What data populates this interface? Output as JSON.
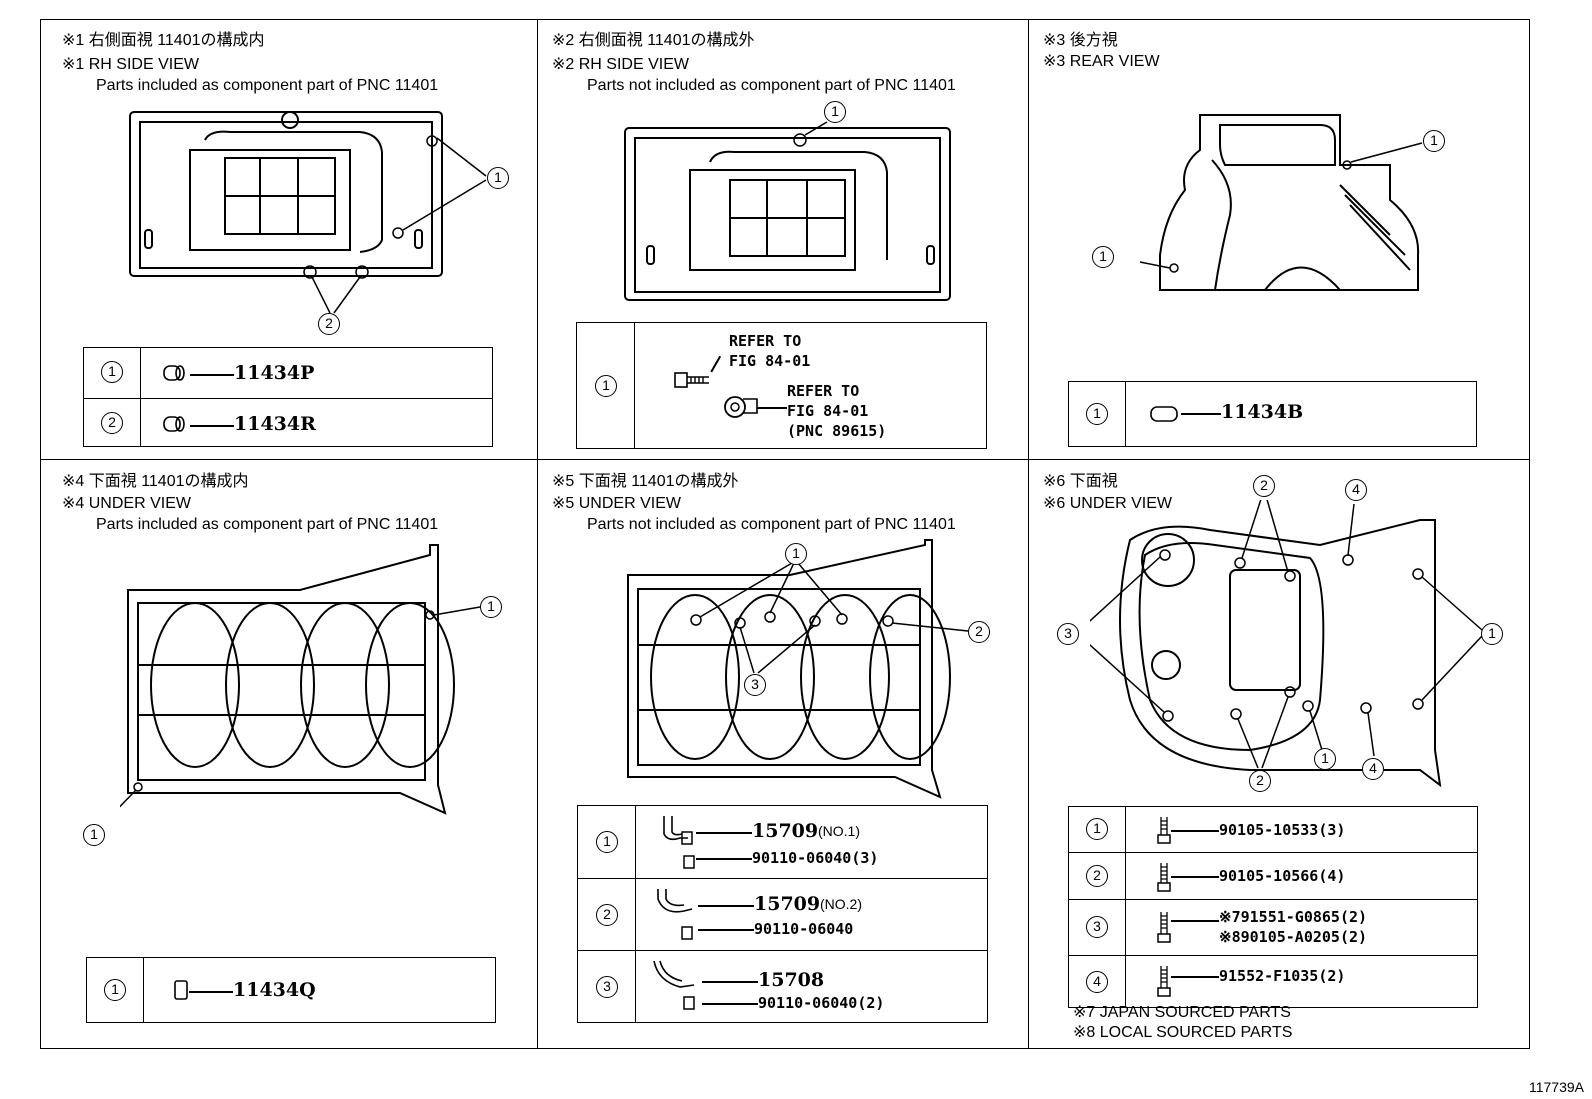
{
  "panels": {
    "p1": {
      "line1": "※1 右側面視 11401の構成内",
      "line2": "※1 RH SIDE VIEW",
      "line3": "Parts included as component part of PNC 11401",
      "rows": [
        {
          "num": "1",
          "part": "11434P"
        },
        {
          "num": "2",
          "part": "11434R"
        }
      ]
    },
    "p2": {
      "line1": "※2 右側面視 11401の構成外",
      "line2": "※2 RH SIDE VIEW",
      "line3": "Parts not included as component part of PNC 11401",
      "rows": [
        {
          "num": "1",
          "ref1": "REFER TO\nFIG 84-01",
          "ref2": "REFER TO\nFIG 84-01\n(PNC 89615)"
        }
      ]
    },
    "p3": {
      "line1": "※3 後方視",
      "line2": "※3 REAR VIEW",
      "rows": [
        {
          "num": "1",
          "part": "11434B"
        }
      ]
    },
    "p4": {
      "line1": "※4 下面視 11401の構成内",
      "line2": "※4 UNDER VIEW",
      "line3": "Parts included as component part of PNC 11401",
      "rows": [
        {
          "num": "1",
          "part": "11434Q"
        }
      ]
    },
    "p5": {
      "line1": "※5 下面視 11401の構成外",
      "line2": "※5 UNDER VIEW",
      "line3": "Parts not included as component part of PNC 11401",
      "rows": [
        {
          "num": "1",
          "part": "15709",
          "note": "(NO.1)",
          "sub": "90110-06040(3)"
        },
        {
          "num": "2",
          "part": "15709",
          "note": "(NO.2)",
          "sub": "90110-06040"
        },
        {
          "num": "3",
          "part": "15708",
          "sub": "90110-06040(2)"
        }
      ]
    },
    "p6": {
      "line1": "※6 下面視",
      "line2": "※6 UNDER VIEW",
      "rows": [
        {
          "num": "1",
          "part": "90105-10533(3)"
        },
        {
          "num": "2",
          "part": "90105-10566(4)"
        },
        {
          "num": "3",
          "part": "※791551-G0865(2)",
          "part2": "※890105-A0205(2)"
        },
        {
          "num": "4",
          "part": "91552-F1035(2)"
        }
      ],
      "footnote1": "※7 JAPAN SOURCED PARTS",
      "footnote2": "※8 LOCAL SOURCED PARTS"
    }
  },
  "callouts": {
    "one": "1",
    "two": "2",
    "three": "3",
    "four": "4"
  },
  "image_id": "117739A"
}
